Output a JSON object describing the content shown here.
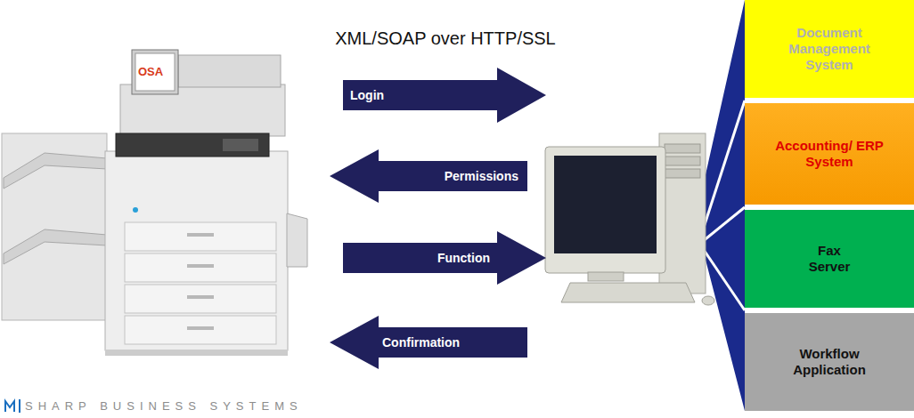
{
  "diagram": {
    "title": "XML/SOAP over HTTP/SSL",
    "nodes": [
      {
        "text": [
          "Login"
        ]
      },
      {
        "text": [
          "Permissions"
        ]
      },
      {
        "text": [
          "Function"
        ]
      },
      {
        "text": [
          "Confirmation"
        ]
      },
      {
        "text": [
          "Document Management System"
        ]
      },
      {
        "text": [
          "Accounting/ ERP System"
        ]
      },
      {
        "text": [
          "Fax Server"
        ]
      },
      {
        "text": [
          "Workflow Application"
        ]
      }
    ],
    "labels": [
      "OSA",
      "SHARP BUSINESS SYSTEMS"
    ]
  }
}
